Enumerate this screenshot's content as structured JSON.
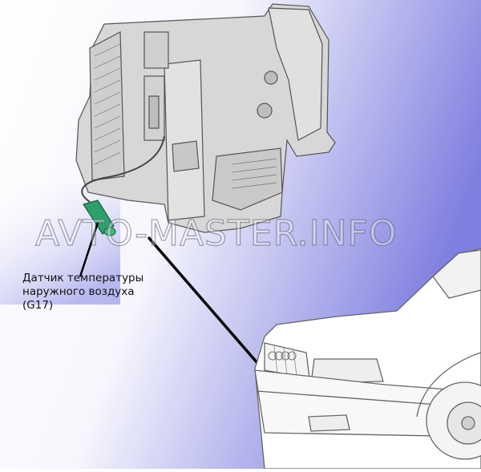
{
  "watermark": "AVTO-MASTER.INFO",
  "sensor_label": {
    "line1": "Датчик температуры",
    "line2": "наружного воздуха",
    "line3": "(G17)"
  },
  "colors": {
    "background_gradient_start": "#ffffff",
    "background_gradient_end": "#7f7fe0",
    "sensor_color": "#2ea06c",
    "line_color": "#000000",
    "drawing_fill": "#d7d7d7",
    "drawing_stroke": "#555555"
  }
}
